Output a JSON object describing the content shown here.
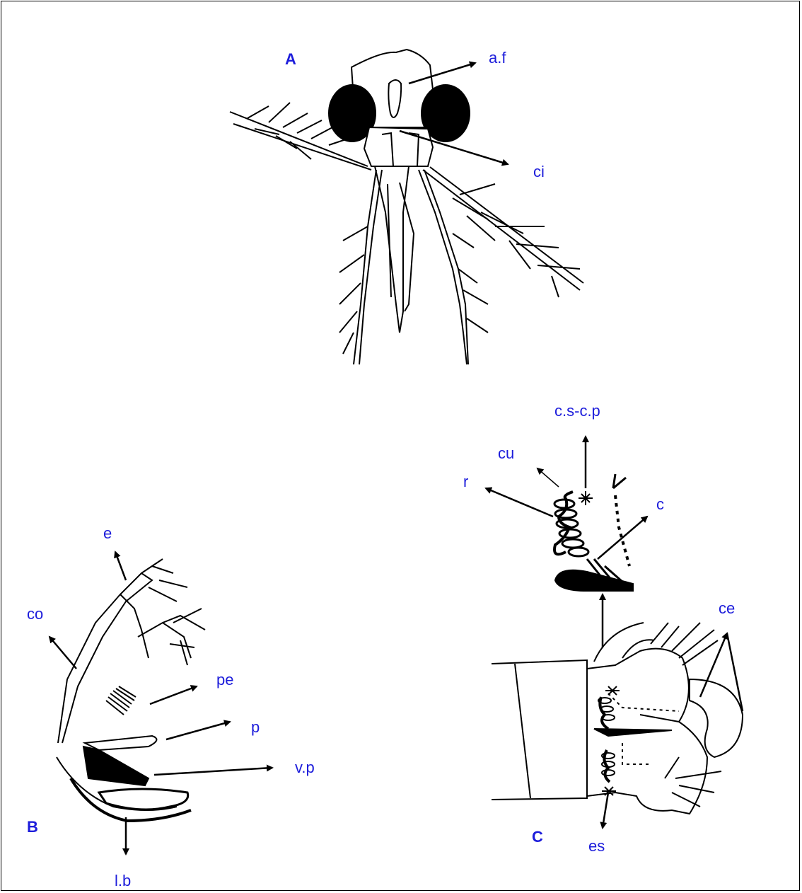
{
  "panels": {
    "a": "A",
    "b": "B",
    "c": "C"
  },
  "labels": {
    "af": "a.f",
    "ci": "ci",
    "cscp": "c.s-c.p",
    "cu": "cu",
    "r": "r",
    "c": "c",
    "e": "e",
    "co": "co",
    "pe": "pe",
    "p": "p",
    "vp": "v.p",
    "lb": "l.b",
    "ce": "ce",
    "es": "es"
  },
  "colors": {
    "label": "#1d1ddb",
    "ink": "#000000"
  }
}
